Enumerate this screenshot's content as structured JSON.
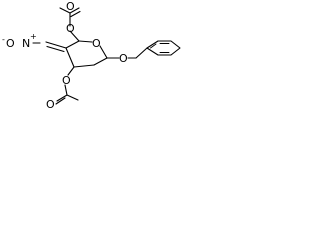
{
  "molecule": {
    "atom_labels": {
      "o_top_carbonyl": "O",
      "o_top_ester": "O",
      "o_ring": "O",
      "o_glycosidic": "O",
      "o_bottom_ester": "O",
      "o_bottom_carbonyl": "O",
      "nitro_minus": "-",
      "nitro_o": "O",
      "nitro_n": "N",
      "nitro_plus": "+"
    },
    "groups": [
      "acetyl ester (top)",
      "acetyl ester (bottom)",
      "nitro",
      "pyranose ring",
      "benzyl"
    ],
    "colors": {
      "ink": "#000000",
      "background": "#ffffff"
    }
  }
}
